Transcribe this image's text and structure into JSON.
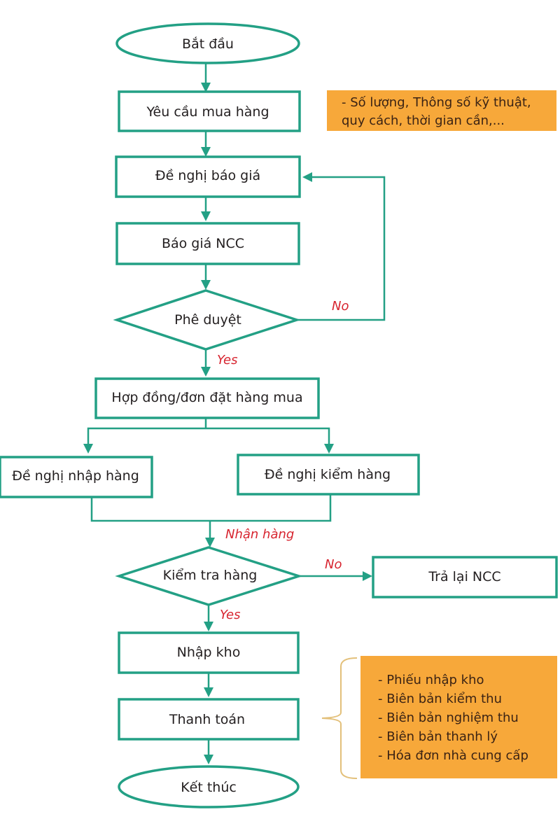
{
  "colors": {
    "node_border": "#23a085",
    "connector": "#23a085",
    "node_text": "#231f20",
    "branch_label": "#d7242f",
    "note_fill": "#f7a83a",
    "note_text": "#3b2314",
    "brace": "#e3c07a"
  },
  "nodes": {
    "start": "Bắt đầu",
    "purchase_request": "Yêu cầu mua hàng",
    "quote_request": "Đề nghị báo giá",
    "supplier_quote": "Báo giá NCC",
    "approval": "Phê duyệt",
    "contract": "Hợp đồng/đơn đặt hàng mua",
    "import_request": "Đề nghị nhập hàng",
    "inspection_request": "Đề nghị kiểm hàng",
    "check_goods": "Kiểm tra hàng",
    "return_supplier": "Trả lại NCC",
    "warehouse_entry": "Nhập kho",
    "payment": "Thanh toán",
    "end": "Kết thúc"
  },
  "labels": {
    "approval_no": "No",
    "approval_yes": "Yes",
    "receive_goods": "Nhận hàng",
    "check_no": "No",
    "check_yes": "Yes"
  },
  "notes": {
    "request_details": [
      "- Số lượng, Thông số kỹ thuật,",
      "quy cách, thời gian cần,..."
    ],
    "documents": [
      "- Phiếu nhập kho",
      "- Biên bản kiểm thu",
      "- Biên bản nghiệm thu",
      "- Biên bản thanh lý",
      "- Hóa đơn nhà cung cấp"
    ]
  }
}
